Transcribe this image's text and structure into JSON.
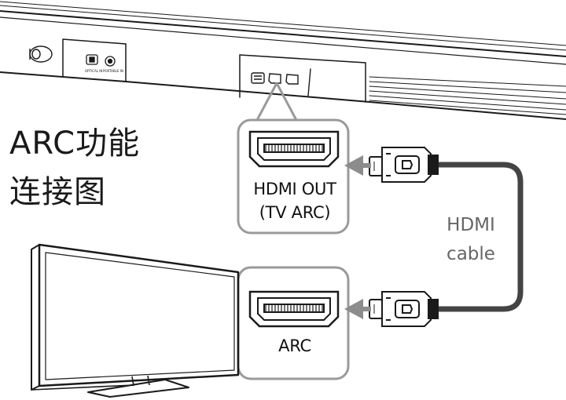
{
  "title": {
    "line1": "ARC功能",
    "line2": "连接图"
  },
  "soundbar": {
    "port_labels": [
      "OPTICAL IN",
      "PORTABLE IN"
    ]
  },
  "ports": {
    "hdmi_out_label": "HDMI OUT",
    "hdmi_out_sub": "(TV ARC)",
    "arc_label": "ARC"
  },
  "cable": {
    "label_line1": "HDMI",
    "label_line2": "cable"
  },
  "colors": {
    "line": "#1a1a1a",
    "callout_border": "#9a9a9a",
    "cable": "#444444",
    "arrow": "#8c8c8c",
    "cable_label": "#666666"
  }
}
